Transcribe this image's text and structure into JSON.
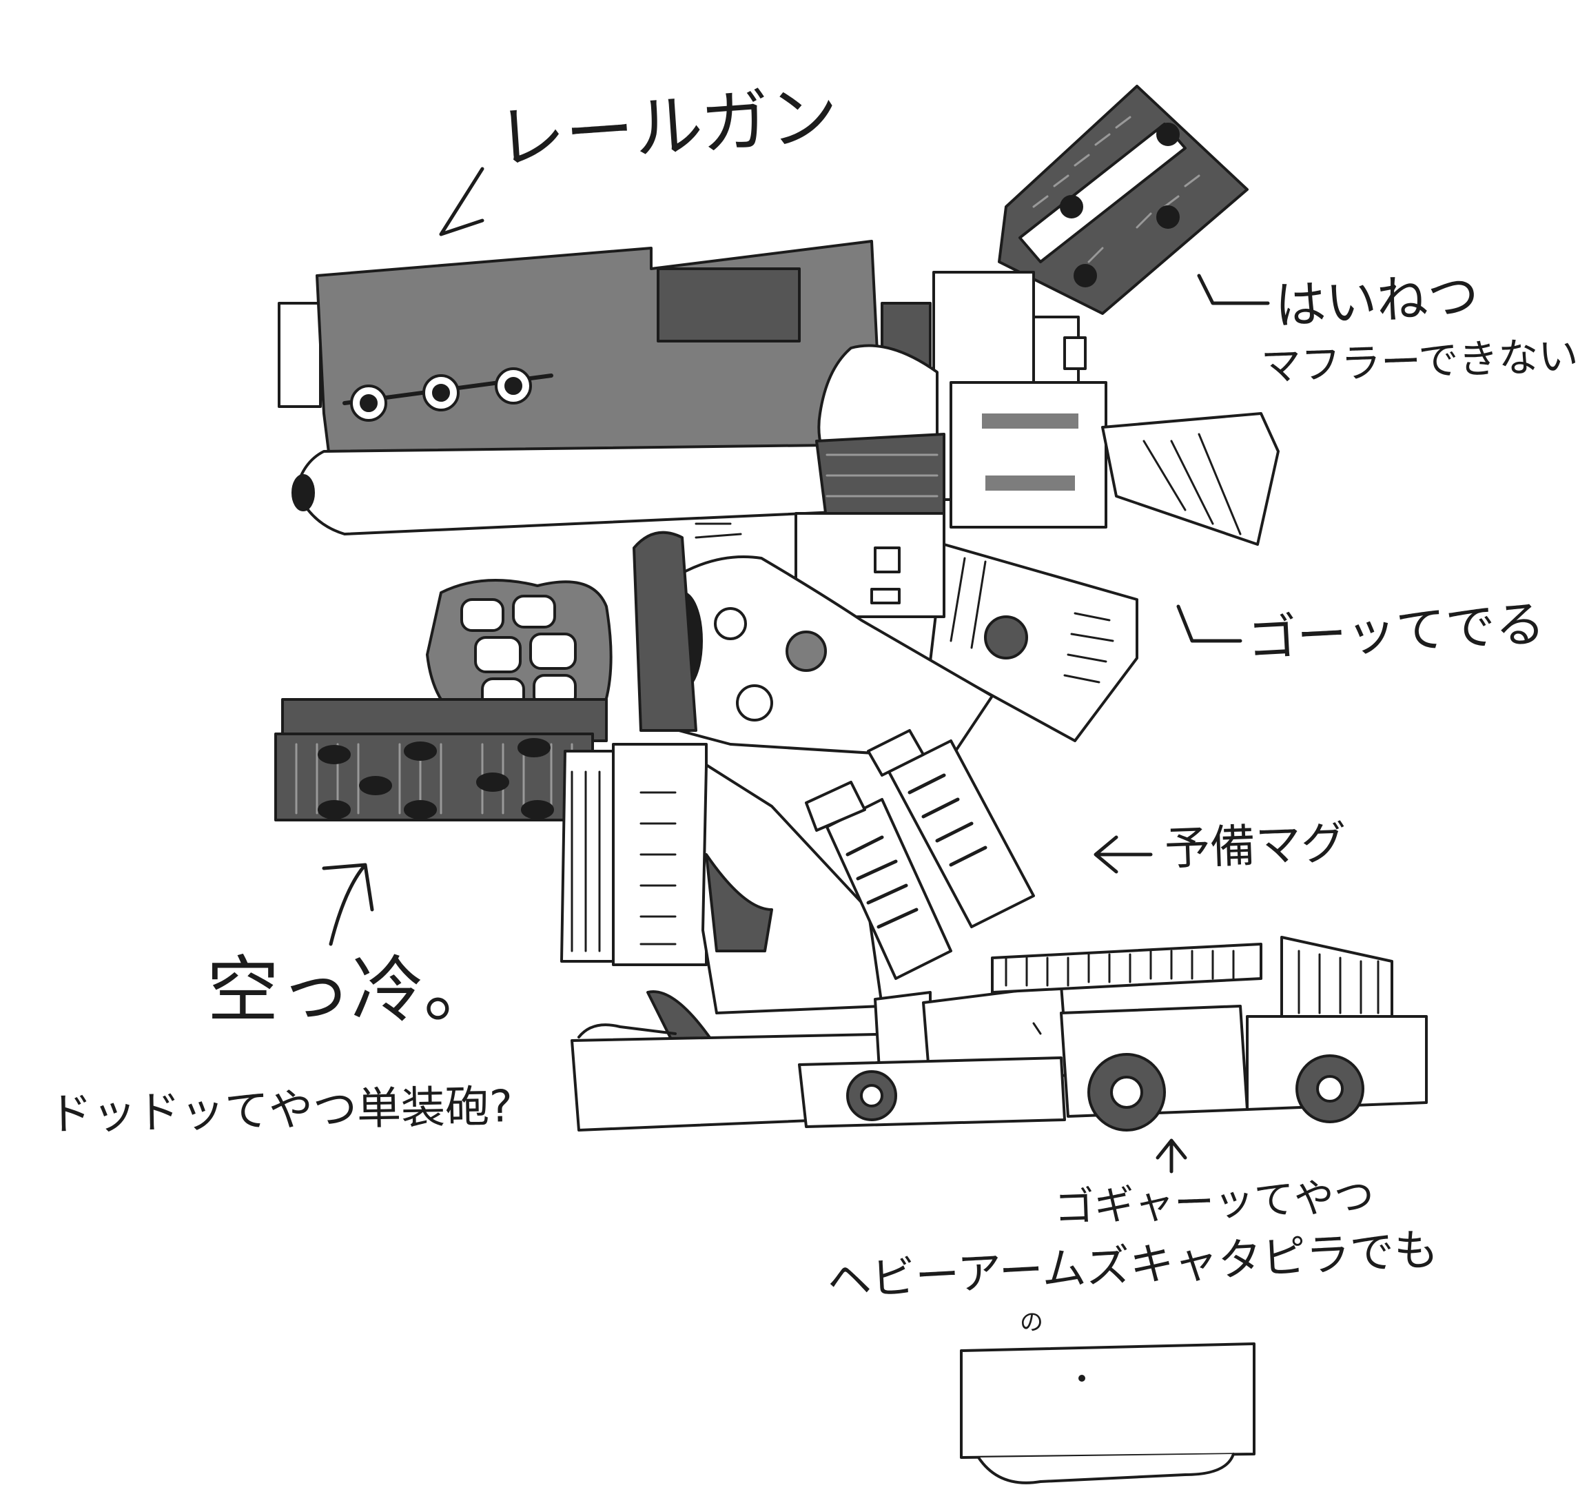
{
  "annotations": {
    "railgun": "レールガン",
    "exhaust_line1": "はいねつ",
    "exhaust_line2": "マフラーできない",
    "roar": "ゴーッてでる",
    "spare_mag": "予備マグ",
    "cold": "空っ冷。",
    "single_cannon": "ドッドッてやつ単装砲?",
    "gyaa": "ゴギャーッてやつ",
    "tracks": "ヘビーアームズキャタピラでも",
    "tracks_no": "の"
  },
  "colors": {
    "ink": "#1c1c1c",
    "dark_fill": "#555555",
    "mid_fill": "#7d7d7d",
    "paper": "#ffffff"
  }
}
